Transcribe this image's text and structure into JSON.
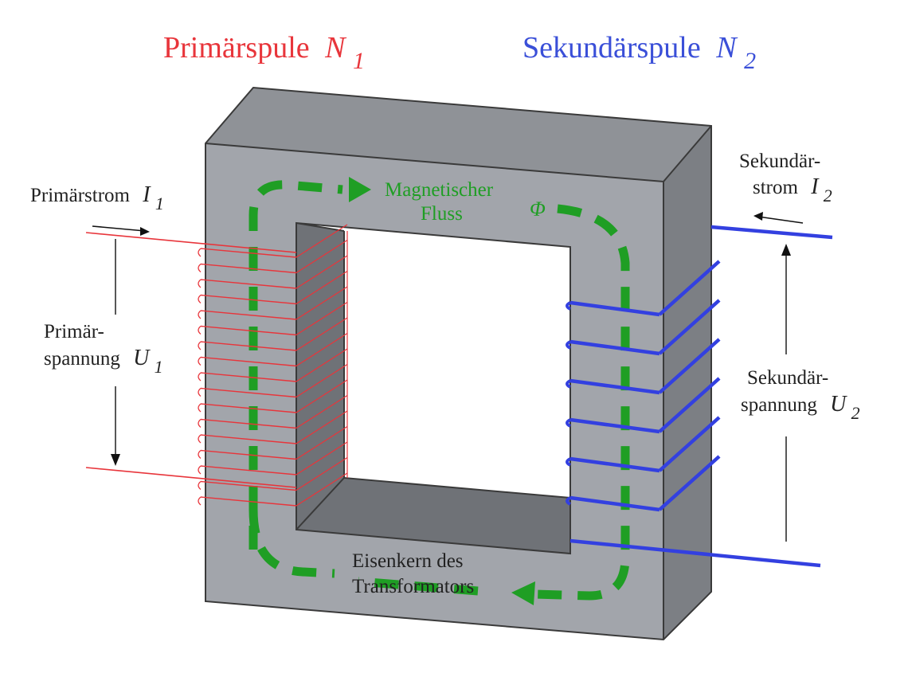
{
  "titles": {
    "primary": {
      "text": "Primärspule",
      "symbol": "N",
      "sub": "1",
      "color": "#e8353b"
    },
    "secondary": {
      "text": "Sekundärspule",
      "symbol": "N",
      "sub": "2",
      "color": "#3a4fd8"
    }
  },
  "flux": {
    "line1": "Magnetischer",
    "line2": "Fluss",
    "symbol": "Φ",
    "color": "#1f9e24"
  },
  "core": {
    "line1": "Eisenkern des",
    "line2": "Transformators",
    "face_color": "#a2a5ab",
    "top_color": "#8f9297",
    "side_color": "#7c7f84",
    "inner_color": "#6f7277"
  },
  "primary_current": {
    "text": "Primärstrom",
    "symbol": "I",
    "sub": "1"
  },
  "primary_voltage": {
    "line1": "Primär-",
    "line2": "spannung",
    "symbol": "U",
    "sub": "1"
  },
  "secondary_current": {
    "line1": "Sekundär-",
    "line2": "strom",
    "symbol": "I",
    "sub": "2"
  },
  "secondary_voltage": {
    "line1": "Sekundär-",
    "line2": "spannung",
    "symbol": "U",
    "sub": "2"
  },
  "primary_winding_color": "#e8353b",
  "secondary_winding_color": "#3340e0"
}
